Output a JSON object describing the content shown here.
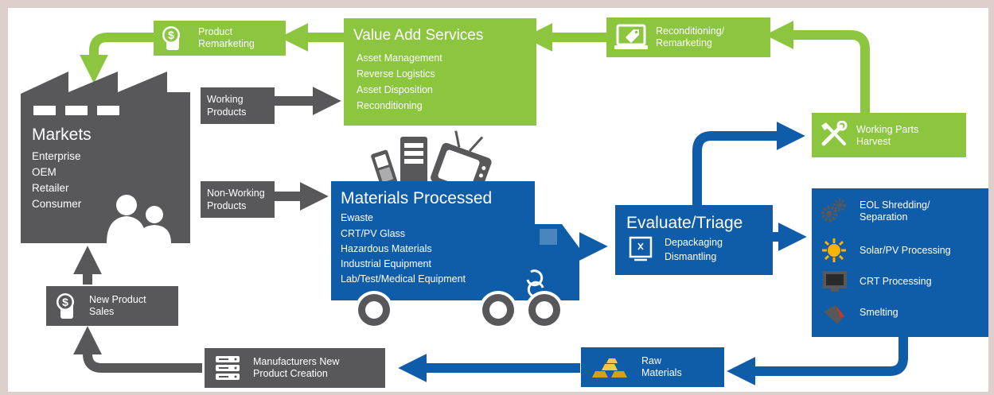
{
  "colors": {
    "green": "#8cc63f",
    "blue": "#0f5ca8",
    "gray": "#58585a",
    "frame": "#dccfcc"
  },
  "markets": {
    "title": "Markets",
    "items": [
      "Enterprise",
      "OEM",
      "Retailer",
      "Consumer"
    ]
  },
  "product_remarketing": {
    "line1": "Product",
    "line2": "Remarketing",
    "icon": "dollar-phone-icon"
  },
  "value_add": {
    "title": "Value Add Services",
    "items": [
      "Asset Management",
      "Reverse Logistics",
      "Asset Disposition",
      "Reconditioning"
    ]
  },
  "reconditioning": {
    "line1": "Reconditioning/",
    "line2": "Remarketing",
    "icon": "laptop-tag-icon"
  },
  "working_products": {
    "line1": "Working",
    "line2": "Products"
  },
  "non_working_products": {
    "line1": "Non-Working",
    "line2": "Products"
  },
  "working_parts": {
    "line1": "Working Parts",
    "line2": "Harvest",
    "icon": "tools-icon"
  },
  "materials": {
    "title": "Materials Processed",
    "items": [
      "Ewaste",
      "CRT/PV Glass",
      "Hazardous Materials",
      "Industrial Equipment",
      "Lab/Test/Medical Equipment"
    ],
    "icon": "recycle-icon"
  },
  "evaluate": {
    "title": "Evaluate/Triage",
    "items": [
      "Depackaging",
      "Dismantling"
    ],
    "icon": "screen-icon"
  },
  "processes": {
    "eol": {
      "line1": "EOL Shredding/",
      "line2": "Separation",
      "icon": "gears-icon"
    },
    "solar": {
      "label": "Solar/PV Processing",
      "icon": "sun-icon"
    },
    "crt": {
      "label": "CRT Processing",
      "icon": "monitor-icon"
    },
    "smelting": {
      "label": "Smelting",
      "icon": "crucible-icon"
    }
  },
  "raw_materials": {
    "line1": "Raw",
    "line2": "Materials",
    "icon": "gold-bars-icon"
  },
  "manufacturers": {
    "line1": "Manufacturers New",
    "line2": "Product Creation",
    "icon": "server-icon"
  },
  "new_product_sales": {
    "line1": "New Product",
    "line2": "Sales",
    "icon": "dollar-phone-icon"
  }
}
